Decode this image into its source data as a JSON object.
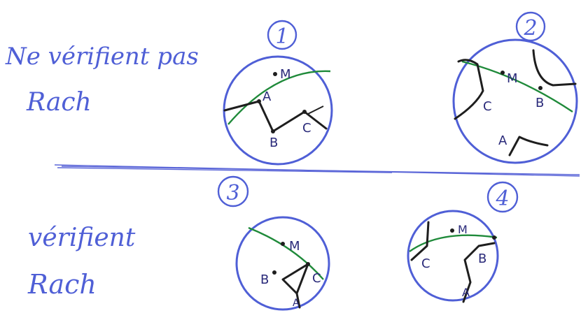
{
  "notes": {
    "top_left_line1": "Ne vérifient pas",
    "top_left_line2": "Rach",
    "bottom_left_line1": "vérifient",
    "bottom_left_line2": "Rach"
  },
  "figures": [
    {
      "number": "1",
      "points": {
        "M": "M",
        "A": "A",
        "B": "B",
        "C": "C"
      }
    },
    {
      "number": "2",
      "points": {
        "M": "M",
        "C": "C",
        "B": "B",
        "A": "A"
      }
    },
    {
      "number": "3",
      "points": {
        "M": "M",
        "B": "B",
        "C": "C",
        "A": "A"
      }
    },
    {
      "number": "4",
      "points": {
        "M": "M",
        "C": "C",
        "B": "B",
        "A": "A"
      }
    }
  ],
  "colors": {
    "ink_blue": "#4f5fd6",
    "ink_green": "#1f8a3a",
    "ink_black": "#1e1e1e"
  }
}
